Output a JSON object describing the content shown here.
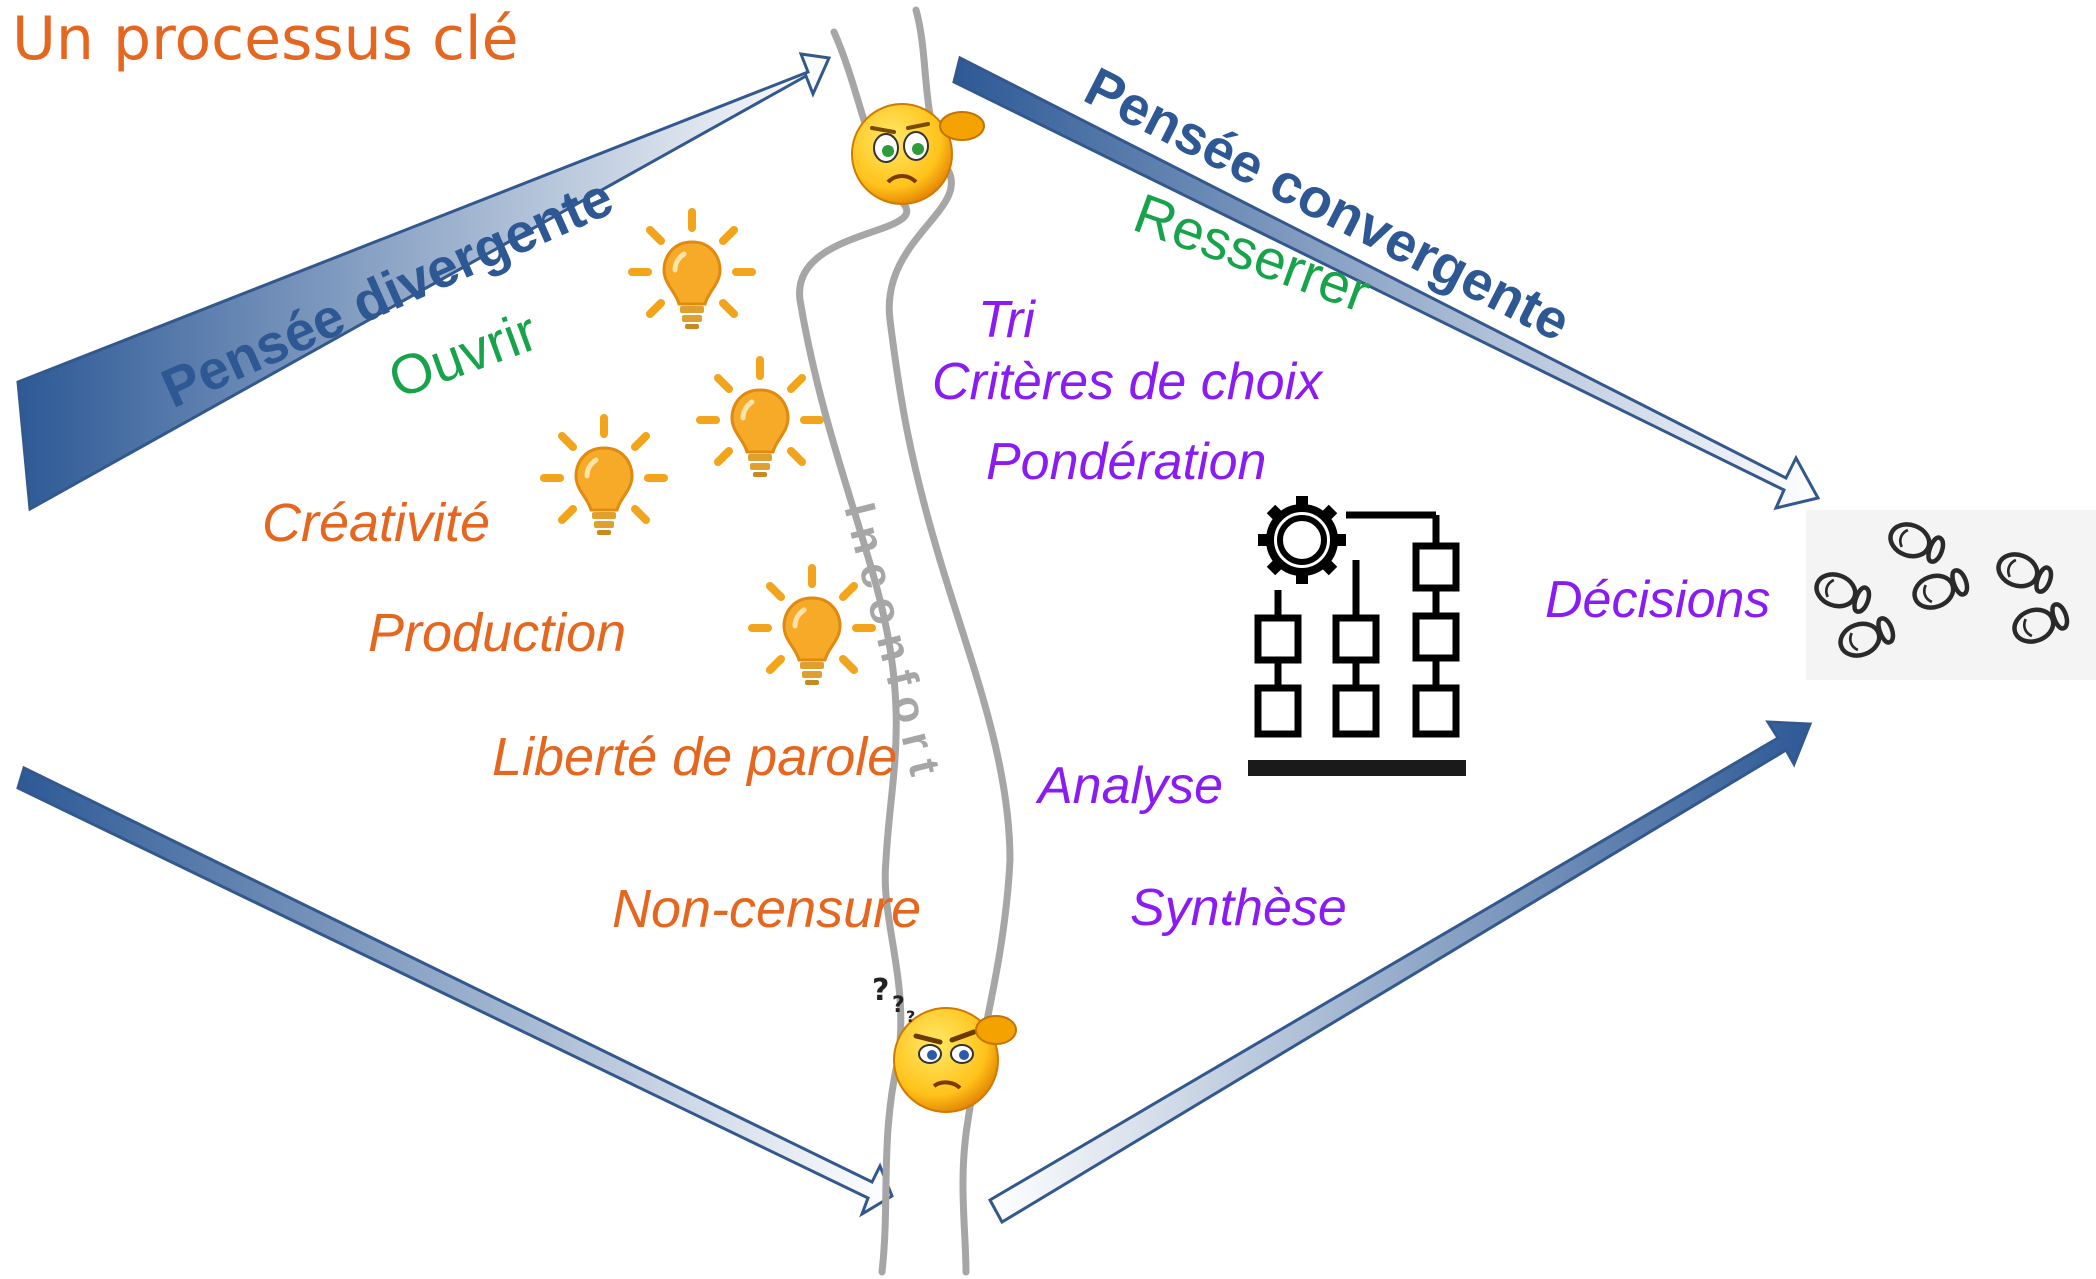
{
  "title": "Un processus clé",
  "divergent": {
    "heading": "Pensée divergente",
    "verb": "Ouvrir",
    "items": [
      "Créativité",
      "Production",
      "Liberté de parole",
      "Non-censure"
    ]
  },
  "convergent": {
    "heading": "Pensée convergente",
    "verb": "Resserrer",
    "items": [
      "Tri",
      "Critères de choix",
      "Pondération",
      "Analyse",
      "Synthèse"
    ]
  },
  "path_label": "Inconfort",
  "outcome": "Décisions",
  "icons": [
    "lightbulb-icon",
    "worried-emoji-icon",
    "confused-emoji-icon",
    "flowchart-gear-icon",
    "footprints-icon"
  ],
  "colors": {
    "title": "#e5661e",
    "divergent_items": "#e5661e",
    "convergent_items": "#8a1bf2",
    "verbs": "#16a34a",
    "arrows": "#3e6aa8",
    "path": "#a6a6a6"
  }
}
